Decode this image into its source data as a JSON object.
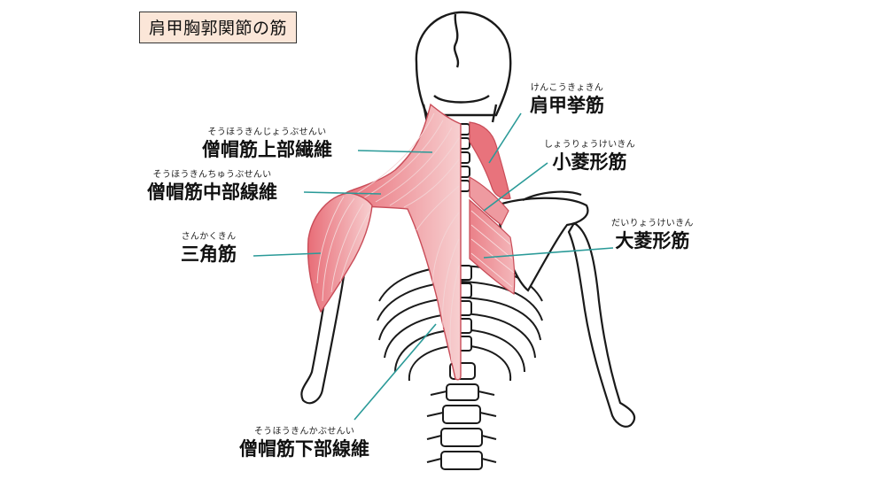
{
  "title": "肩甲胸郭関節の筋",
  "labels": {
    "trap_upper": {
      "ruby": "そうほうきんじょうぶせんい",
      "text": "僧帽筋上部繊維"
    },
    "trap_middle": {
      "ruby": "そうほうきんちゅうぶせんい",
      "text": "僧帽筋中部線維"
    },
    "deltoid": {
      "ruby": "さんかくきん",
      "text": "三角筋"
    },
    "trap_lower": {
      "ruby": "そうほうきんかぶせんい",
      "text": "僧帽筋下部線維"
    },
    "levator": {
      "ruby": "けんこうきょきん",
      "text": "肩甲挙筋"
    },
    "rhomb_minor": {
      "ruby": "しょうりょうけいきん",
      "text": "小菱形筋"
    },
    "rhomb_major": {
      "ruby": "だいりょうけいきん",
      "text": "大菱形筋"
    }
  },
  "colors": {
    "leader": "#2a9a98",
    "muscle": "#e7737c",
    "muscle_light": "#f6c2c4",
    "bone": "#ffffff",
    "outline": "#1a1a1a"
  }
}
